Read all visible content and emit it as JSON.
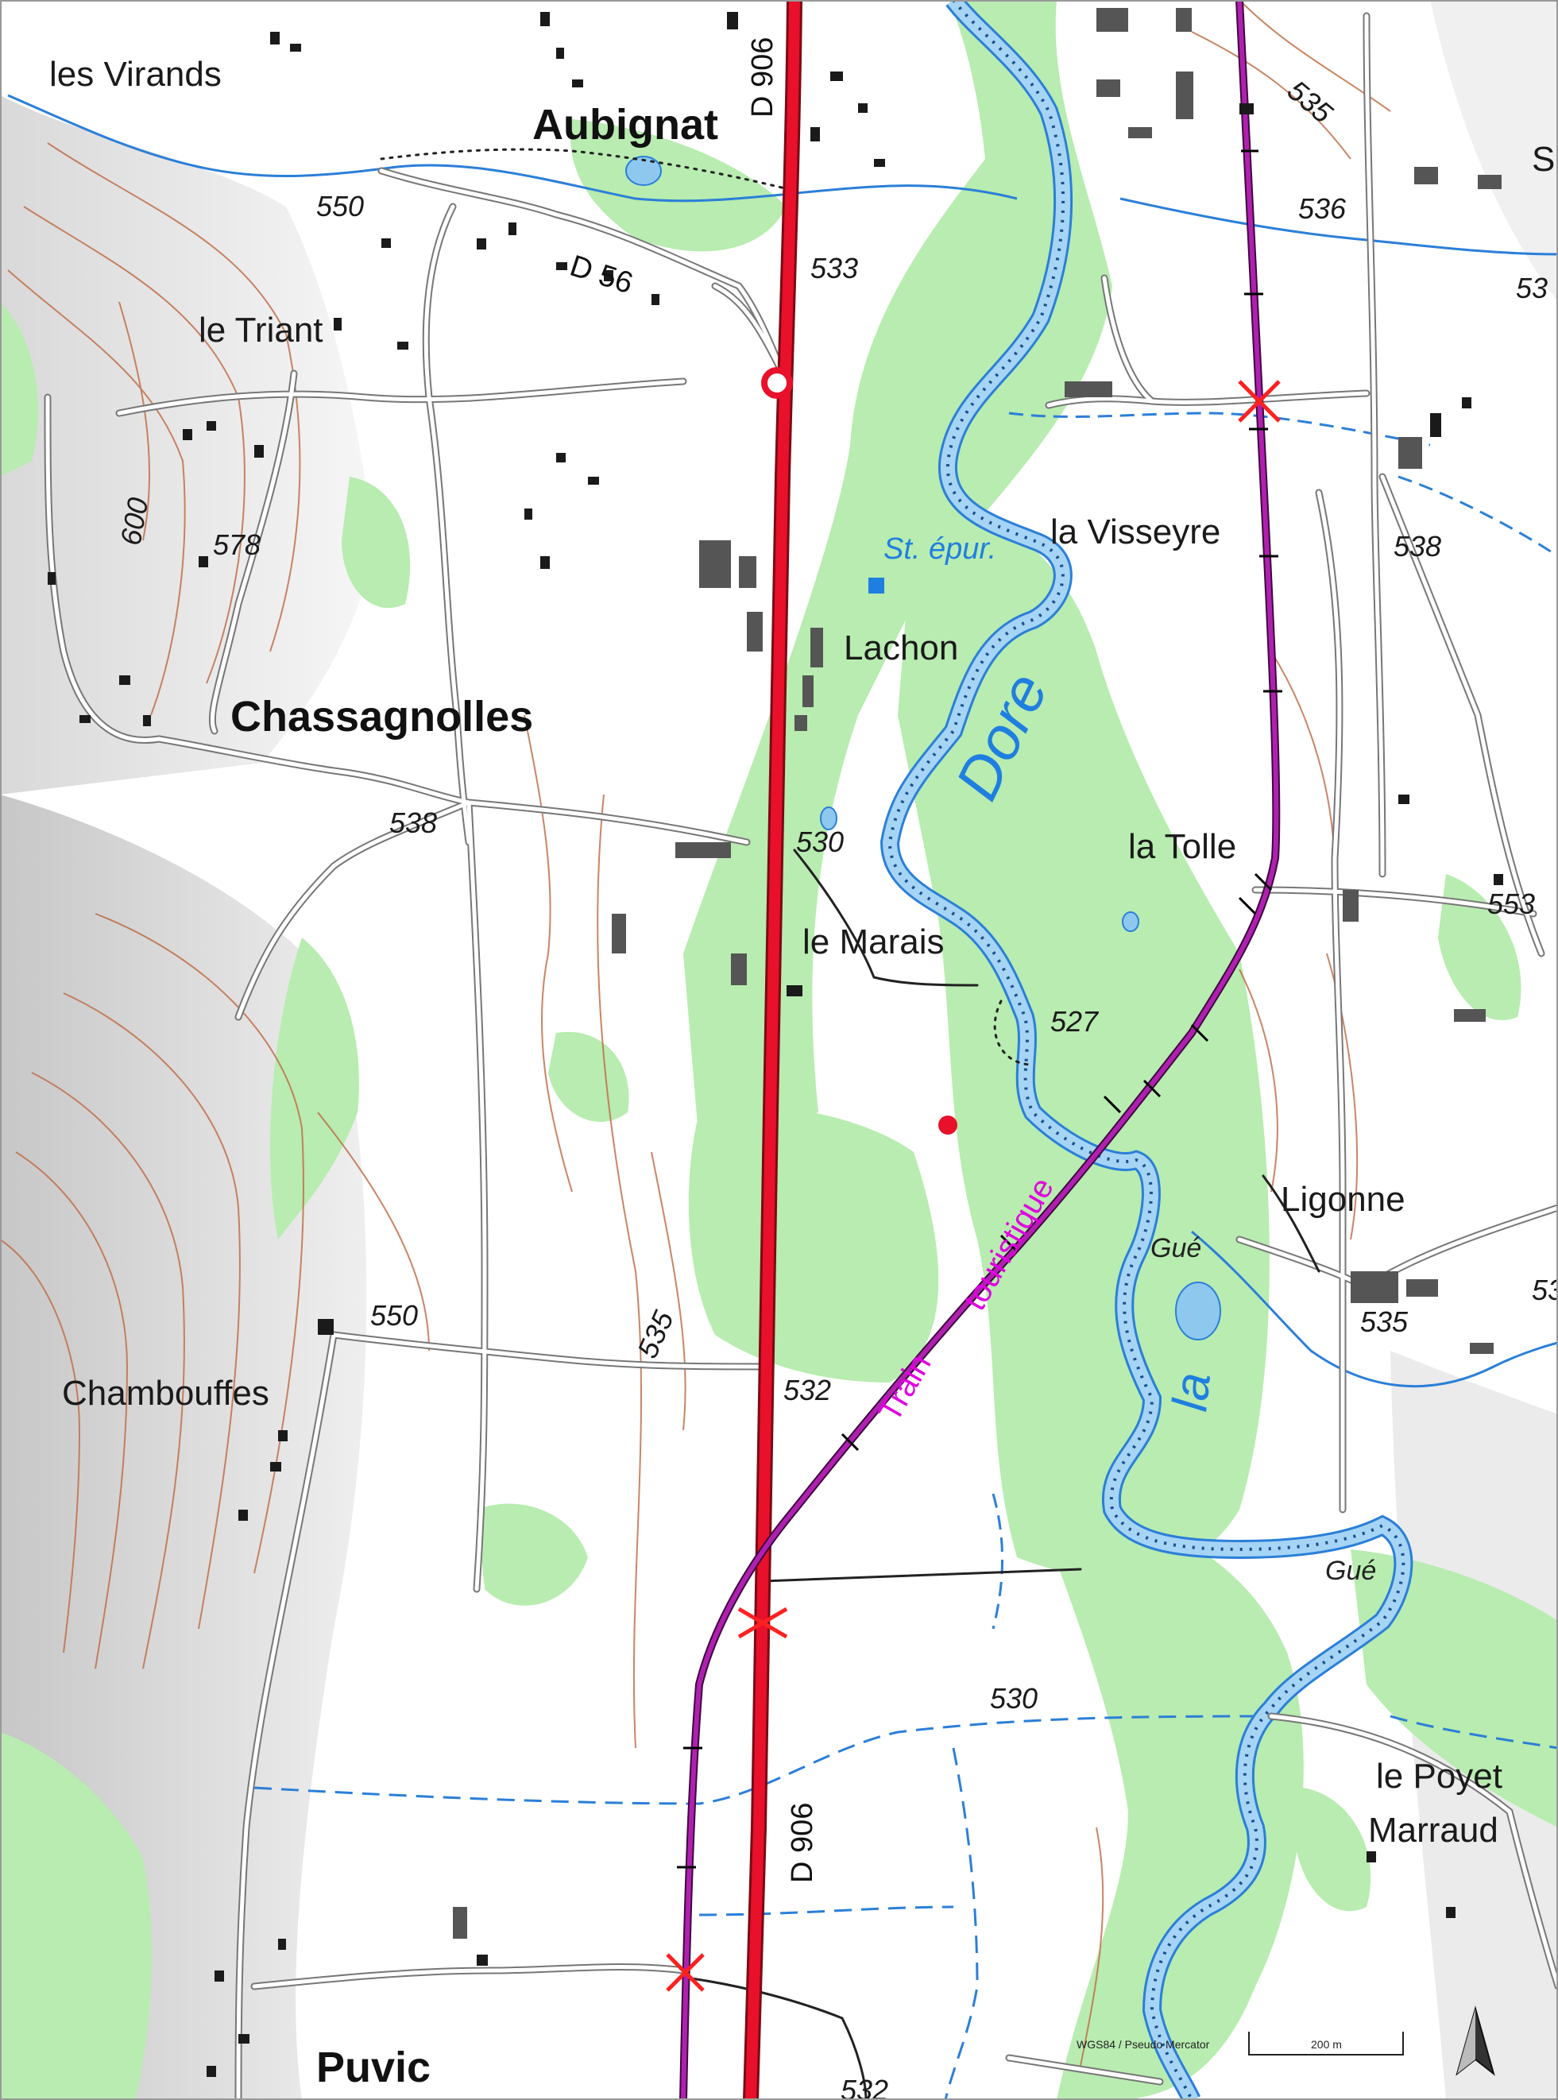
{
  "map": {
    "places": {
      "les_virands": "les Virands",
      "aubignat": "Aubignat",
      "le_triant": "le Triant",
      "chassagnolles": "Chassagnolles",
      "chambouffes": "Chambouffes",
      "puvic": "Puvic",
      "lachon": "Lachon",
      "la_visseyre": "la Visseyre",
      "la_tolle": "la Tolle",
      "le_marais": "le Marais",
      "ligonne": "Ligonne",
      "le_poyet": "le Poyet",
      "marraud": "Marraud",
      "edge_s": "S"
    },
    "roads": {
      "d906": "D 906",
      "d56": "D 56"
    },
    "hydro": {
      "dore": "Dore",
      "la": "la"
    },
    "poi": {
      "station": "St. épur."
    },
    "fords": {
      "gue": "Gué"
    },
    "railway": {
      "train": "Train",
      "touristique": "touristique"
    },
    "elevations": {
      "e550a": "550",
      "e533": "533",
      "e536": "536",
      "e53a": "53",
      "e535top": "535",
      "e578": "578",
      "e538a": "538",
      "e538b": "538",
      "e530a": "530",
      "e553": "553",
      "e527": "527",
      "e550b": "550",
      "e532a": "532",
      "e535c": "535",
      "e535d": "535",
      "e53b": "53",
      "e530b": "530",
      "e600": "600",
      "e532b": "532"
    },
    "footer": {
      "projection": "WGS84 / Pseudo Mercator",
      "scale": "200 m"
    },
    "colors": {
      "road_main": "#e8102a",
      "railway": "#8b1a8b",
      "river": "#2b7fd8",
      "forest": "#b8ecb0",
      "contour": "#c0704a"
    }
  }
}
